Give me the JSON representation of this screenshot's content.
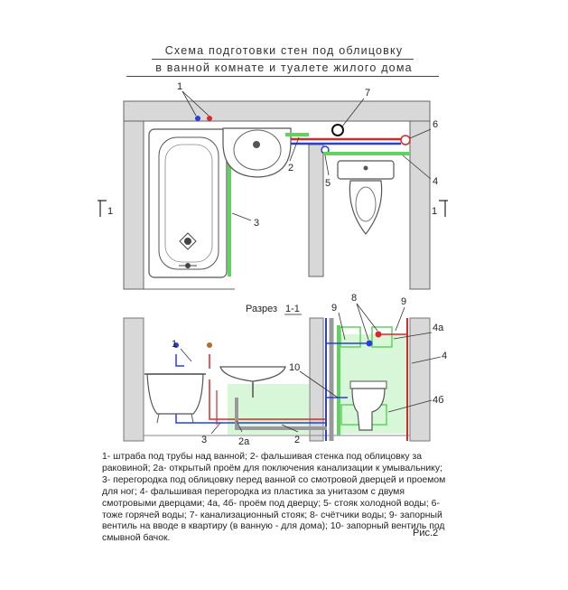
{
  "title_line1": "Схема подготовки стен под облицовку",
  "title_line2": "в ванной комнате и туалете жилого дома",
  "section_title": "Разрез",
  "section_id": "1-1",
  "section_mark": "1",
  "callouts": {
    "c1": "1",
    "c2": "2",
    "c2a": "2а",
    "c3": "3",
    "c4": "4",
    "c4a": "4а",
    "c4b": "4б",
    "c5": "5",
    "c6": "6",
    "c7": "7",
    "c8": "8",
    "c9": "9",
    "c10": "10"
  },
  "caption": "1- штраба под трубы над ванной; 2- фальшивая стенка под облицовку за раковиной; 2а- открытый проём для поключения канализации к умывальнику; 3- перегородка под облицовку перед ванной со смотровой дверцей и проемом для ног; 4- фальшивая перегородка из пластика за унитазом с двумя смотровыми дверцами; 4а, 4б- проём под дверцу; 5- стояк холодной воды; 6- тоже горячей воды; 7- канализационный стояк; 8- счётчики воды; 9- запорный вентиль на вводе в квартиру (в ванную - для дома); 10- запорный вентиль под смывной бачок.",
  "figure_number": "Рис.2",
  "colors": {
    "cold": "#2a3fd6",
    "hot": "#d62a2a",
    "green": "#5fd35f",
    "wall": "#d8d8d8"
  }
}
